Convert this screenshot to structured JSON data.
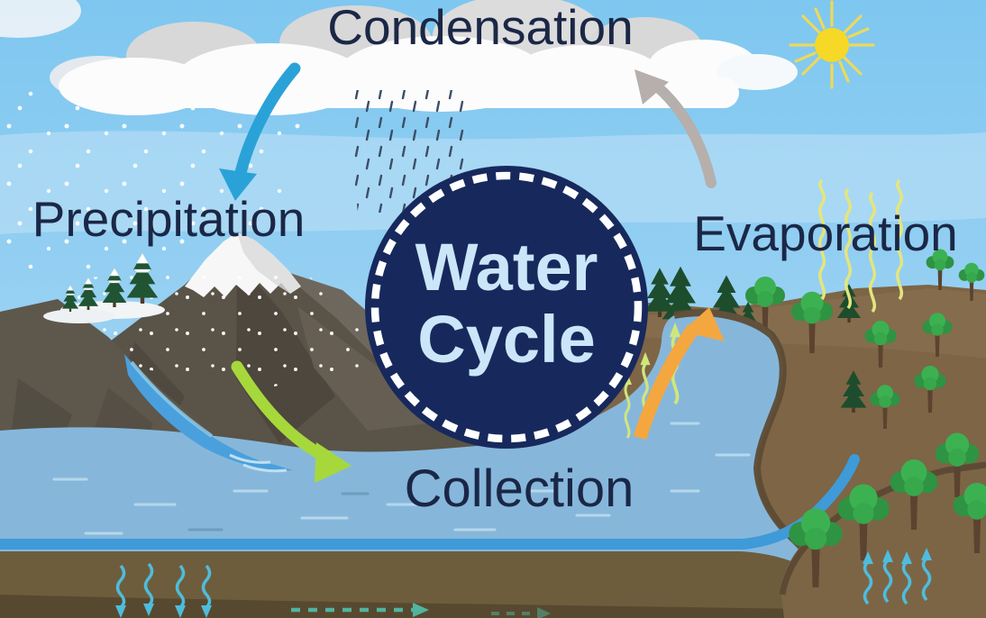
{
  "diagram": {
    "title": "Water Cycle",
    "center_circle": {
      "line1": "Water",
      "line2": "Cycle"
    },
    "stages": [
      {
        "id": "condensation",
        "label": "Condensation"
      },
      {
        "id": "precipitation",
        "label": "Precipitation"
      },
      {
        "id": "evaporation",
        "label": "Evaporation"
      },
      {
        "id": "collection",
        "label": "Collection"
      }
    ],
    "process_arrows": [
      {
        "name": "condensation-to-precipitation-arrow",
        "color": "#2aa2d8"
      },
      {
        "name": "evaporation-to-cloud-arrow",
        "color": "#b6afab"
      },
      {
        "name": "runoff-to-collection-arrow",
        "color": "#a7d83b"
      },
      {
        "name": "collection-to-evaporation-arrow",
        "color": "#f4a73f"
      },
      {
        "name": "infiltration-arrows",
        "color": "#4fbcdc"
      },
      {
        "name": "groundwater-flow-arrow",
        "color": "#52b3a0"
      },
      {
        "name": "vapor-squiggles",
        "color": "#dde67c"
      }
    ],
    "icons": [
      "sun-icon",
      "cloud-icon",
      "rain-icon",
      "snow-dots-icon",
      "pine-tree-icon",
      "deciduous-tree-icon"
    ]
  },
  "colors": {
    "label_text": "#1b2746",
    "circle_fill": "#17295c",
    "circle_border": "#ffffff",
    "circle_text": "#cbe6f8",
    "arrow_blue": "#2aa2d8",
    "arrow_gray": "#b6afab",
    "arrow_green": "#a7d83b",
    "arrow_orange": "#f4a73f",
    "arrow_cyan": "#4fbcdc",
    "groundwater": "#52b3a0",
    "vapor": "#dde67c",
    "sun": "#f6d826",
    "sky": "#8ccdf1",
    "water": "#86b7db",
    "shallow_water": "#3f9ad8",
    "soil": "#6e5d3c",
    "soil_dark": "#57492f",
    "mountain": "#5a5347",
    "pine_green": "#1d4d2c",
    "tree_green": "#3cb152"
  }
}
